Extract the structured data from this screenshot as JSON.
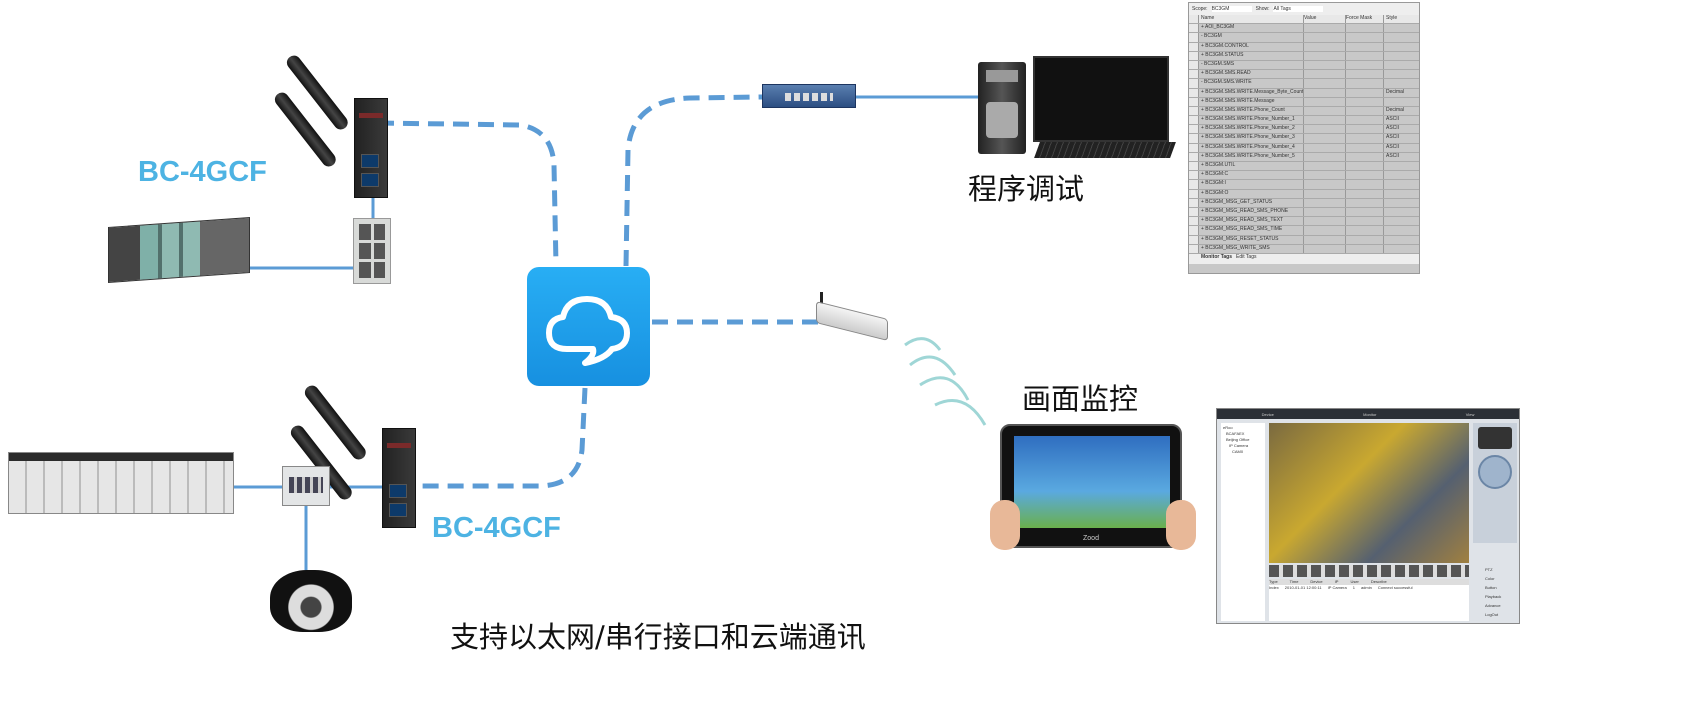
{
  "labels": {
    "gateway_top": "BC-4GCF",
    "gateway_bottom": "BC-4GCF",
    "programming": "程序调试",
    "monitoring": "画面监控",
    "caption": "支持以太网/串行接口和云端通讯"
  },
  "tag_monitor": {
    "scope_label": "Scope:",
    "scope_value": "BC3GM",
    "show_label": "Show:",
    "show_value": "All Tags",
    "columns": [
      "Name",
      "Value",
      "Force Mask",
      "Style"
    ],
    "rows": [
      {
        "name": "+ AOI_BC3GM",
        "style": ""
      },
      {
        "name": "- BC3GM",
        "style": ""
      },
      {
        "name": "+ BC3GM.CONTROL",
        "style": ""
      },
      {
        "name": "+ BC3GM.STATUS",
        "style": ""
      },
      {
        "name": "- BC3GM.SMS",
        "style": ""
      },
      {
        "name": "+ BC3GM.SMS.READ",
        "style": ""
      },
      {
        "name": "- BC3GM.SMS.WRITE",
        "style": ""
      },
      {
        "name": "+ BC3GM.SMS.WRITE.Message_Byte_Count",
        "style": "Decimal"
      },
      {
        "name": "+ BC3GM.SMS.WRITE.Message",
        "style": ""
      },
      {
        "name": "+ BC3GM.SMS.WRITE.Phone_Count",
        "style": "Decimal"
      },
      {
        "name": "+ BC3GM.SMS.WRITE.Phone_Number_1",
        "style": "ASCII"
      },
      {
        "name": "+ BC3GM.SMS.WRITE.Phone_Number_2",
        "style": "ASCII"
      },
      {
        "name": "+ BC3GM.SMS.WRITE.Phone_Number_3",
        "style": "ASCII"
      },
      {
        "name": "+ BC3GM.SMS.WRITE.Phone_Number_4",
        "style": "ASCII"
      },
      {
        "name": "+ BC3GM.SMS.WRITE.Phone_Number_5",
        "style": "ASCII"
      },
      {
        "name": "+ BC3GM.UTIL",
        "style": ""
      },
      {
        "name": "+ BC3GM:C",
        "style": ""
      },
      {
        "name": "+ BC3GM:I",
        "style": ""
      },
      {
        "name": "+ BC3GM:O",
        "style": ""
      },
      {
        "name": "+ BC3GM_MSG_GET_STATUS",
        "style": ""
      },
      {
        "name": "+ BC3GM_MSG_READ_SMS_PHONE",
        "style": ""
      },
      {
        "name": "+ BC3GM_MSG_READ_SMS_TEXT",
        "style": ""
      },
      {
        "name": "+ BC3GM_MSG_READ_SMS_TIME",
        "style": ""
      },
      {
        "name": "+ BC3GM_MSG_RESET_STATUS",
        "style": ""
      },
      {
        "name": "+ BC3GM_MSG_WRITE_SMS",
        "style": ""
      }
    ],
    "tabs": [
      "Monitor Tags",
      "Edit Tags"
    ]
  },
  "video_app": {
    "menu": [
      "Device",
      "Monitor",
      "View"
    ],
    "tree": [
      "eRoo",
      "BCAFAEX",
      "Beijing Office",
      "IP Camera",
      "CAM0"
    ],
    "side_buttons": [
      "PTZ",
      "Color",
      "Button",
      "Playback",
      "Advance",
      "LogOut"
    ],
    "log_columns": [
      "Type",
      "Time",
      "Device",
      "IP",
      "User",
      "Describe"
    ],
    "log_row": [
      "Index",
      "2010-01-01 12:00:11",
      "IP Camera",
      "1",
      "admin",
      "Connect successful"
    ]
  },
  "tablet_brand": "Zood",
  "colors": {
    "line": "#5b9bd5",
    "cloud": "#1ea0ee",
    "label_blue": "#4db3e3"
  }
}
